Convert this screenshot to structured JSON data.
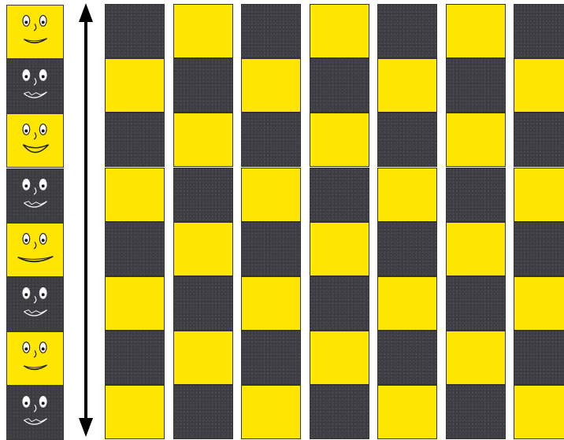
{
  "colors": {
    "yellow": "#ffe600",
    "dark": "#3c3c42",
    "outline": "#333333",
    "arrow": "#000000"
  },
  "icons": {
    "arrow": "double-headed-vertical-arrow",
    "face": "smiley-face"
  },
  "faces": [
    {
      "tile": "yellow",
      "expression": "smile"
    },
    {
      "tile": "dark",
      "expression": "grin"
    },
    {
      "tile": "yellow",
      "expression": "big-smile"
    },
    {
      "tile": "dark",
      "expression": "grin"
    },
    {
      "tile": "yellow",
      "expression": "wide-smile"
    },
    {
      "tile": "dark",
      "expression": "grin"
    },
    {
      "tile": "yellow",
      "expression": "smile"
    },
    {
      "tile": "dark",
      "expression": "grin"
    }
  ],
  "board": {
    "columns": [
      {
        "first_cell": "dark"
      },
      {
        "first_cell": "yellow"
      },
      {
        "first_cell": "dark"
      },
      {
        "first_cell": "yellow"
      },
      {
        "first_cell": "dark"
      },
      {
        "first_cell": "yellow"
      },
      {
        "first_cell": "dark"
      }
    ],
    "rows": 8
  }
}
